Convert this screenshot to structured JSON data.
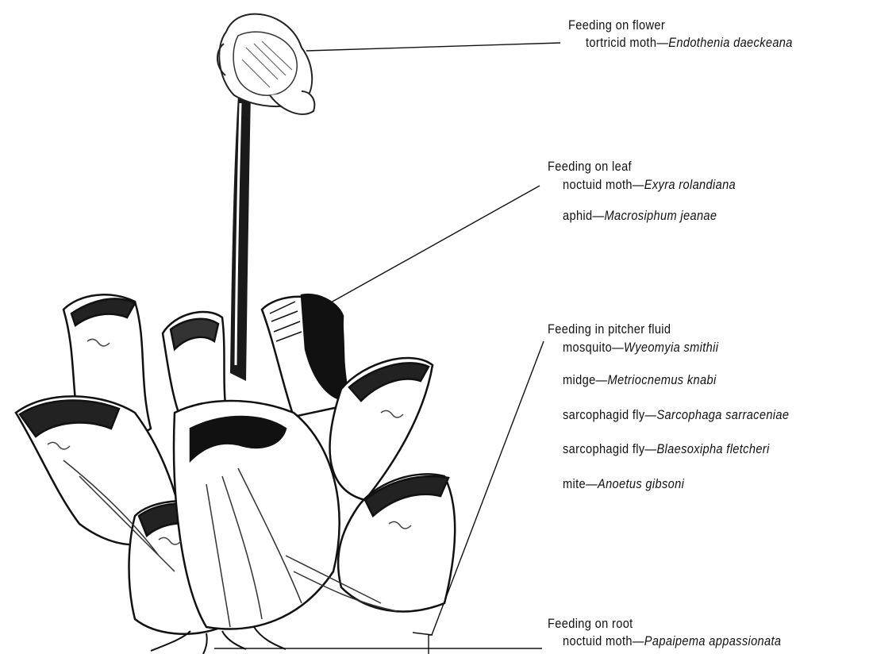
{
  "groups": {
    "flower": {
      "heading": "Feeding on flower",
      "entries": [
        {
          "common": "tortricid moth",
          "scientific": "Endothenia daeckeana"
        }
      ]
    },
    "leaf": {
      "heading": "Feeding on leaf",
      "entries": [
        {
          "common": "noctuid moth",
          "scientific": "Exyra rolandiana"
        },
        {
          "common": "aphid",
          "scientific": "Macrosiphum jeanae"
        }
      ]
    },
    "pitcher_fluid": {
      "heading": "Feeding in pitcher fluid",
      "entries": [
        {
          "common": "mosquito",
          "scientific": "Wyeomyia smithii"
        },
        {
          "common": "midge",
          "scientific": "Metriocnemus knabi"
        },
        {
          "common": "sarcophagid fly",
          "scientific": "Sarcophaga sarraceniae"
        },
        {
          "common": "sarcophagid fly",
          "scientific": "Blaesoxipha fletcheri"
        },
        {
          "common": "mite",
          "scientific": "Anoetus gibsoni"
        }
      ]
    },
    "root": {
      "heading": "Feeding on root",
      "entries": [
        {
          "common": "noctuid moth",
          "scientific": "Papaipema appassionata"
        }
      ]
    }
  },
  "separator": "—"
}
